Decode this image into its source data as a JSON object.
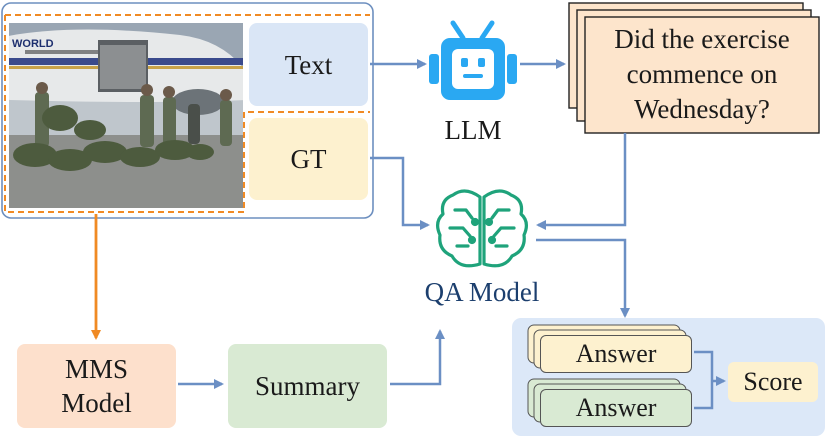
{
  "input_panel": {
    "text_label": "Text",
    "gt_label": "GT",
    "photo_alt": "Photo of soldiers with duffel bags unloading beside a cargo airplane",
    "airplane_livery_text": "WORLD"
  },
  "llm": {
    "label": "LLM"
  },
  "question_card": {
    "line1": "Did the exercise",
    "line2": "commence on",
    "line3": "Wednesday?"
  },
  "qa_model": {
    "label": "QA Model"
  },
  "mms_model": {
    "line1": "MMS",
    "line2": "Model"
  },
  "summary": {
    "label": "Summary"
  },
  "scoring_panel": {
    "answer_top_label": "Answer",
    "answer_bottom_label": "Answer",
    "score_label": "Score"
  },
  "colors": {
    "panel_border": "#6d8fbf",
    "text_box_fill": "#dae6f6",
    "gt_box_fill": "#fdf1cf",
    "dashed_orange": "#f08a24",
    "arrow_blue": "#6b8fc4",
    "arrow_orange": "#f08a24",
    "llm_icon": "#2aa8f2",
    "question_fill": "#fde5cc",
    "question_border": "#222222",
    "qa_icon": "#1fa37b",
    "mms_fill": "#fde0cc",
    "summary_fill": "#d9ead3",
    "scoring_panel_fill": "#dce8f8",
    "answer_top_fill": "#fdf1cf",
    "answer_bottom_fill": "#d9ead3",
    "score_fill": "#fdf1cf"
  }
}
